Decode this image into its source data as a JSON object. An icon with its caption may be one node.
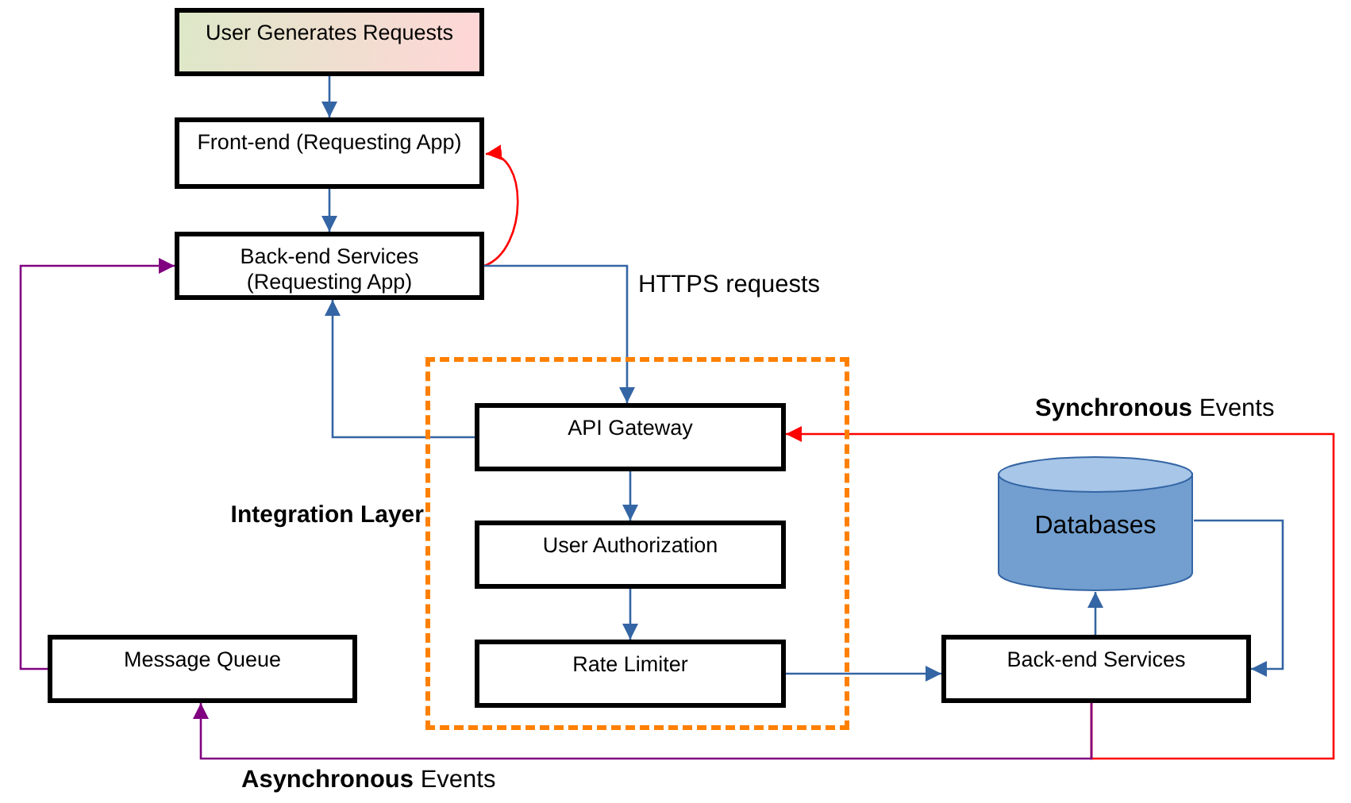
{
  "diagram": {
    "nodes": [
      {
        "text": [
          "User Generates Requests"
        ]
      },
      {
        "text": [
          "Front-end (Requesting App)"
        ]
      },
      {
        "text": [
          "Back-end Services (Requesting App)"
        ]
      },
      {
        "text": [
          "Integration Layer"
        ]
      },
      {
        "text": [
          "API Gateway"
        ],
        "in": 3
      },
      {
        "text": [
          "User Authorization"
        ],
        "in": 3
      },
      {
        "text": [
          "Rate Limiter"
        ],
        "in": 3
      },
      {
        "text": [
          "Databases"
        ]
      },
      {
        "text": [
          "Message Queue"
        ]
      },
      {
        "text": [
          "Back-end Services"
        ]
      }
    ],
    "edges": [
      {
        "from": 0,
        "to": 1,
        "arrow": "to"
      },
      {
        "from": 1,
        "to": 2,
        "arrow": "to"
      },
      {
        "from": 2,
        "to": 1,
        "arrow": "to",
        "color": "#ff0000"
      },
      {
        "from": 2,
        "to": 4,
        "arrow": "to",
        "label": "HTTPS requests"
      },
      {
        "from": 4,
        "to": 2,
        "arrow": "to"
      },
      {
        "from": 4,
        "to": 5,
        "arrow": "to"
      },
      {
        "from": 5,
        "to": 6,
        "arrow": "to"
      },
      {
        "from": 6,
        "to": 9,
        "arrow": "to"
      },
      {
        "from": 9,
        "to": 7,
        "arrow": "to"
      },
      {
        "from": 7,
        "to": 9,
        "arrow": "to"
      },
      {
        "from": 9,
        "to": 4,
        "arrow": "to",
        "color": "#ff0000",
        "label": "**Synchronous** Events"
      },
      {
        "from": 9,
        "to": 8,
        "arrow": "to",
        "color": "#800080",
        "label": "**Asynchronous** Events"
      },
      {
        "from": 8,
        "to": 2,
        "arrow": "to",
        "color": "#800080"
      }
    ]
  }
}
